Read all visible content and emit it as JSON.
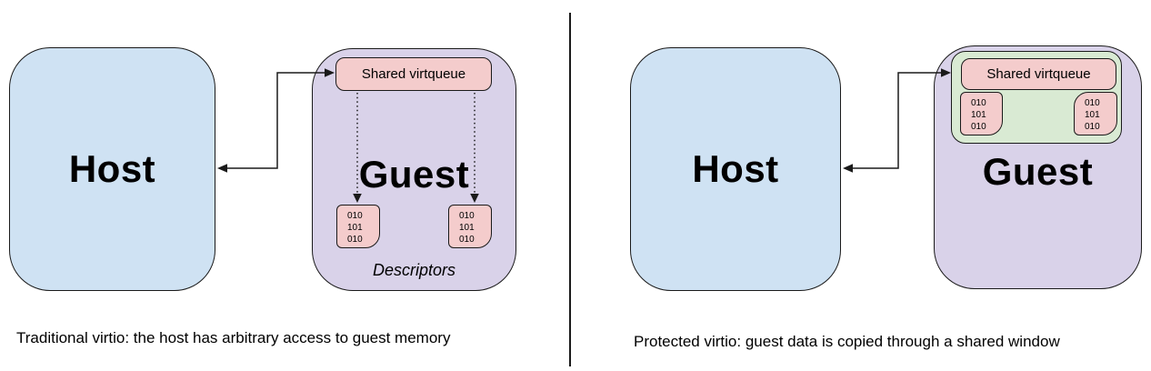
{
  "title": "Virtio memory access comparison diagram",
  "colors": {
    "host_fill": "#cfe2f3",
    "guest_fill": "#d9d2e9",
    "virtqueue_fill": "#f4cccc",
    "shared_window_fill": "#d9ead3",
    "stroke": "#1a1a1a",
    "text": "#000000",
    "background": "#ffffff"
  },
  "panels": [
    {
      "id": "traditional",
      "host_label": "Host",
      "guest_label": "Guest",
      "virtqueue_label": "Shared virtqueue",
      "descriptors_label": "Descriptors",
      "descriptor_bits": "010\n101\n010",
      "caption": "Traditional virtio: the host has arbitrary access to guest memory"
    },
    {
      "id": "protected",
      "host_label": "Host",
      "guest_label": "Guest",
      "virtqueue_label": "Shared virtqueue",
      "descriptor_bits": "010\n101\n010",
      "caption": "Protected virtio: guest data is copied through a shared window"
    }
  ]
}
